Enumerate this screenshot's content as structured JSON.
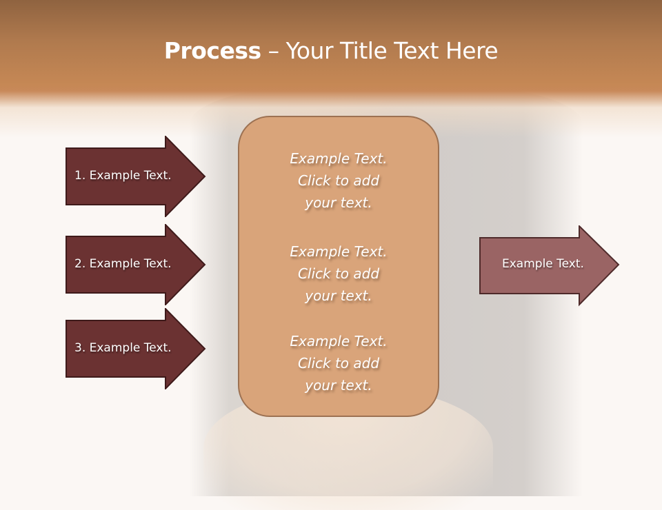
{
  "slide": {
    "title_bold": "Process",
    "title_rest": " – Your Title Text Here"
  },
  "left_arrows": [
    {
      "label": "1. Example Text."
    },
    {
      "label": "2. Example Text."
    },
    {
      "label": "3. Example Text."
    }
  ],
  "center_box": {
    "blocks": [
      {
        "line1": "Example Text.",
        "line2": "Click  to add",
        "line3": "your text."
      },
      {
        "line1": "Example Text.",
        "line2": "Click  to add",
        "line3": "your text."
      },
      {
        "line1": "Example Text.",
        "line2": "Click  to add",
        "line3": "your text."
      }
    ]
  },
  "right_arrow": {
    "label": "Example Text."
  },
  "colors": {
    "header_top": "#8f6340",
    "header_bottom": "#c8895a",
    "left_arrow_fill": "#6b3232",
    "left_arrow_stroke": "#3e1a1a",
    "right_arrow_fill": "#9a6464",
    "right_arrow_stroke": "#4e2a2a",
    "center_box_fill": "#d9a47a",
    "center_box_stroke": "#9c7152",
    "background": "#fbf7f4"
  }
}
